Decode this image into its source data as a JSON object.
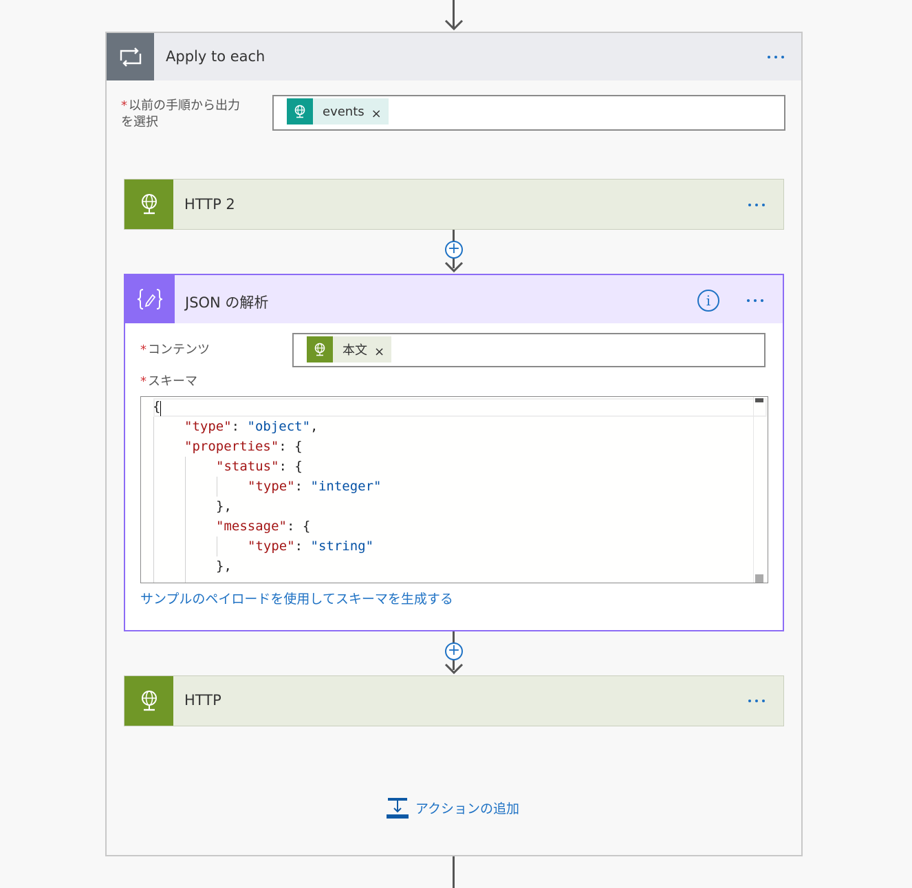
{
  "loop": {
    "title": "Apply to each",
    "select_label": "以前の手順から出力を選択",
    "select_label_line1": "以前の手順から出力",
    "select_label_line2": "を選択",
    "token": {
      "label": "events",
      "close": "×",
      "icon": "http-globe-icon"
    }
  },
  "http2": {
    "title": "HTTP 2"
  },
  "parse_json": {
    "title": "JSON の解析",
    "content_label": "コンテンツ",
    "content_token": {
      "label": "本文",
      "close": "×"
    },
    "schema_label": "スキーマ",
    "schema_lines": [
      {
        "tokens": [
          {
            "t": "p",
            "v": "{"
          }
        ]
      },
      {
        "tokens": [
          {
            "t": "k",
            "v": "\"type\""
          },
          {
            "t": "p",
            "v": ": "
          },
          {
            "t": "v",
            "v": "\"object\""
          },
          {
            "t": "p",
            "v": ","
          }
        ]
      },
      {
        "tokens": [
          {
            "t": "k",
            "v": "\"properties\""
          },
          {
            "t": "p",
            "v": ": {"
          }
        ]
      },
      {
        "tokens": [
          {
            "t": "k",
            "v": "\"status\""
          },
          {
            "t": "p",
            "v": ": {"
          }
        ]
      },
      {
        "tokens": [
          {
            "t": "k",
            "v": "\"type\""
          },
          {
            "t": "p",
            "v": ": "
          },
          {
            "t": "v",
            "v": "\"integer\""
          }
        ]
      },
      {
        "tokens": [
          {
            "t": "p",
            "v": "},"
          }
        ]
      },
      {
        "tokens": [
          {
            "t": "k",
            "v": "\"message\""
          },
          {
            "t": "p",
            "v": ": {"
          }
        ]
      },
      {
        "tokens": [
          {
            "t": "k",
            "v": "\"type\""
          },
          {
            "t": "p",
            "v": ": "
          },
          {
            "t": "v",
            "v": "\"string\""
          }
        ]
      },
      {
        "tokens": [
          {
            "t": "p",
            "v": "},"
          }
        ]
      }
    ],
    "generate_link": "サンプルのペイロードを使用してスキーマを生成する"
  },
  "http": {
    "title": "HTTP"
  },
  "add_action": "アクションの追加",
  "colors": {
    "loop_header": "#ebecf0",
    "loop_icon_bg": "#6a737d",
    "http_bg": "#e9ede0",
    "http_icon_bg": "#709727",
    "json_header": "#ede7ff",
    "json_icon_bg": "#8c6cf5",
    "token_bg_loop": "#dff1ef",
    "token_icon_loop": "#0f9d8f",
    "accent": "#1f72c4"
  }
}
